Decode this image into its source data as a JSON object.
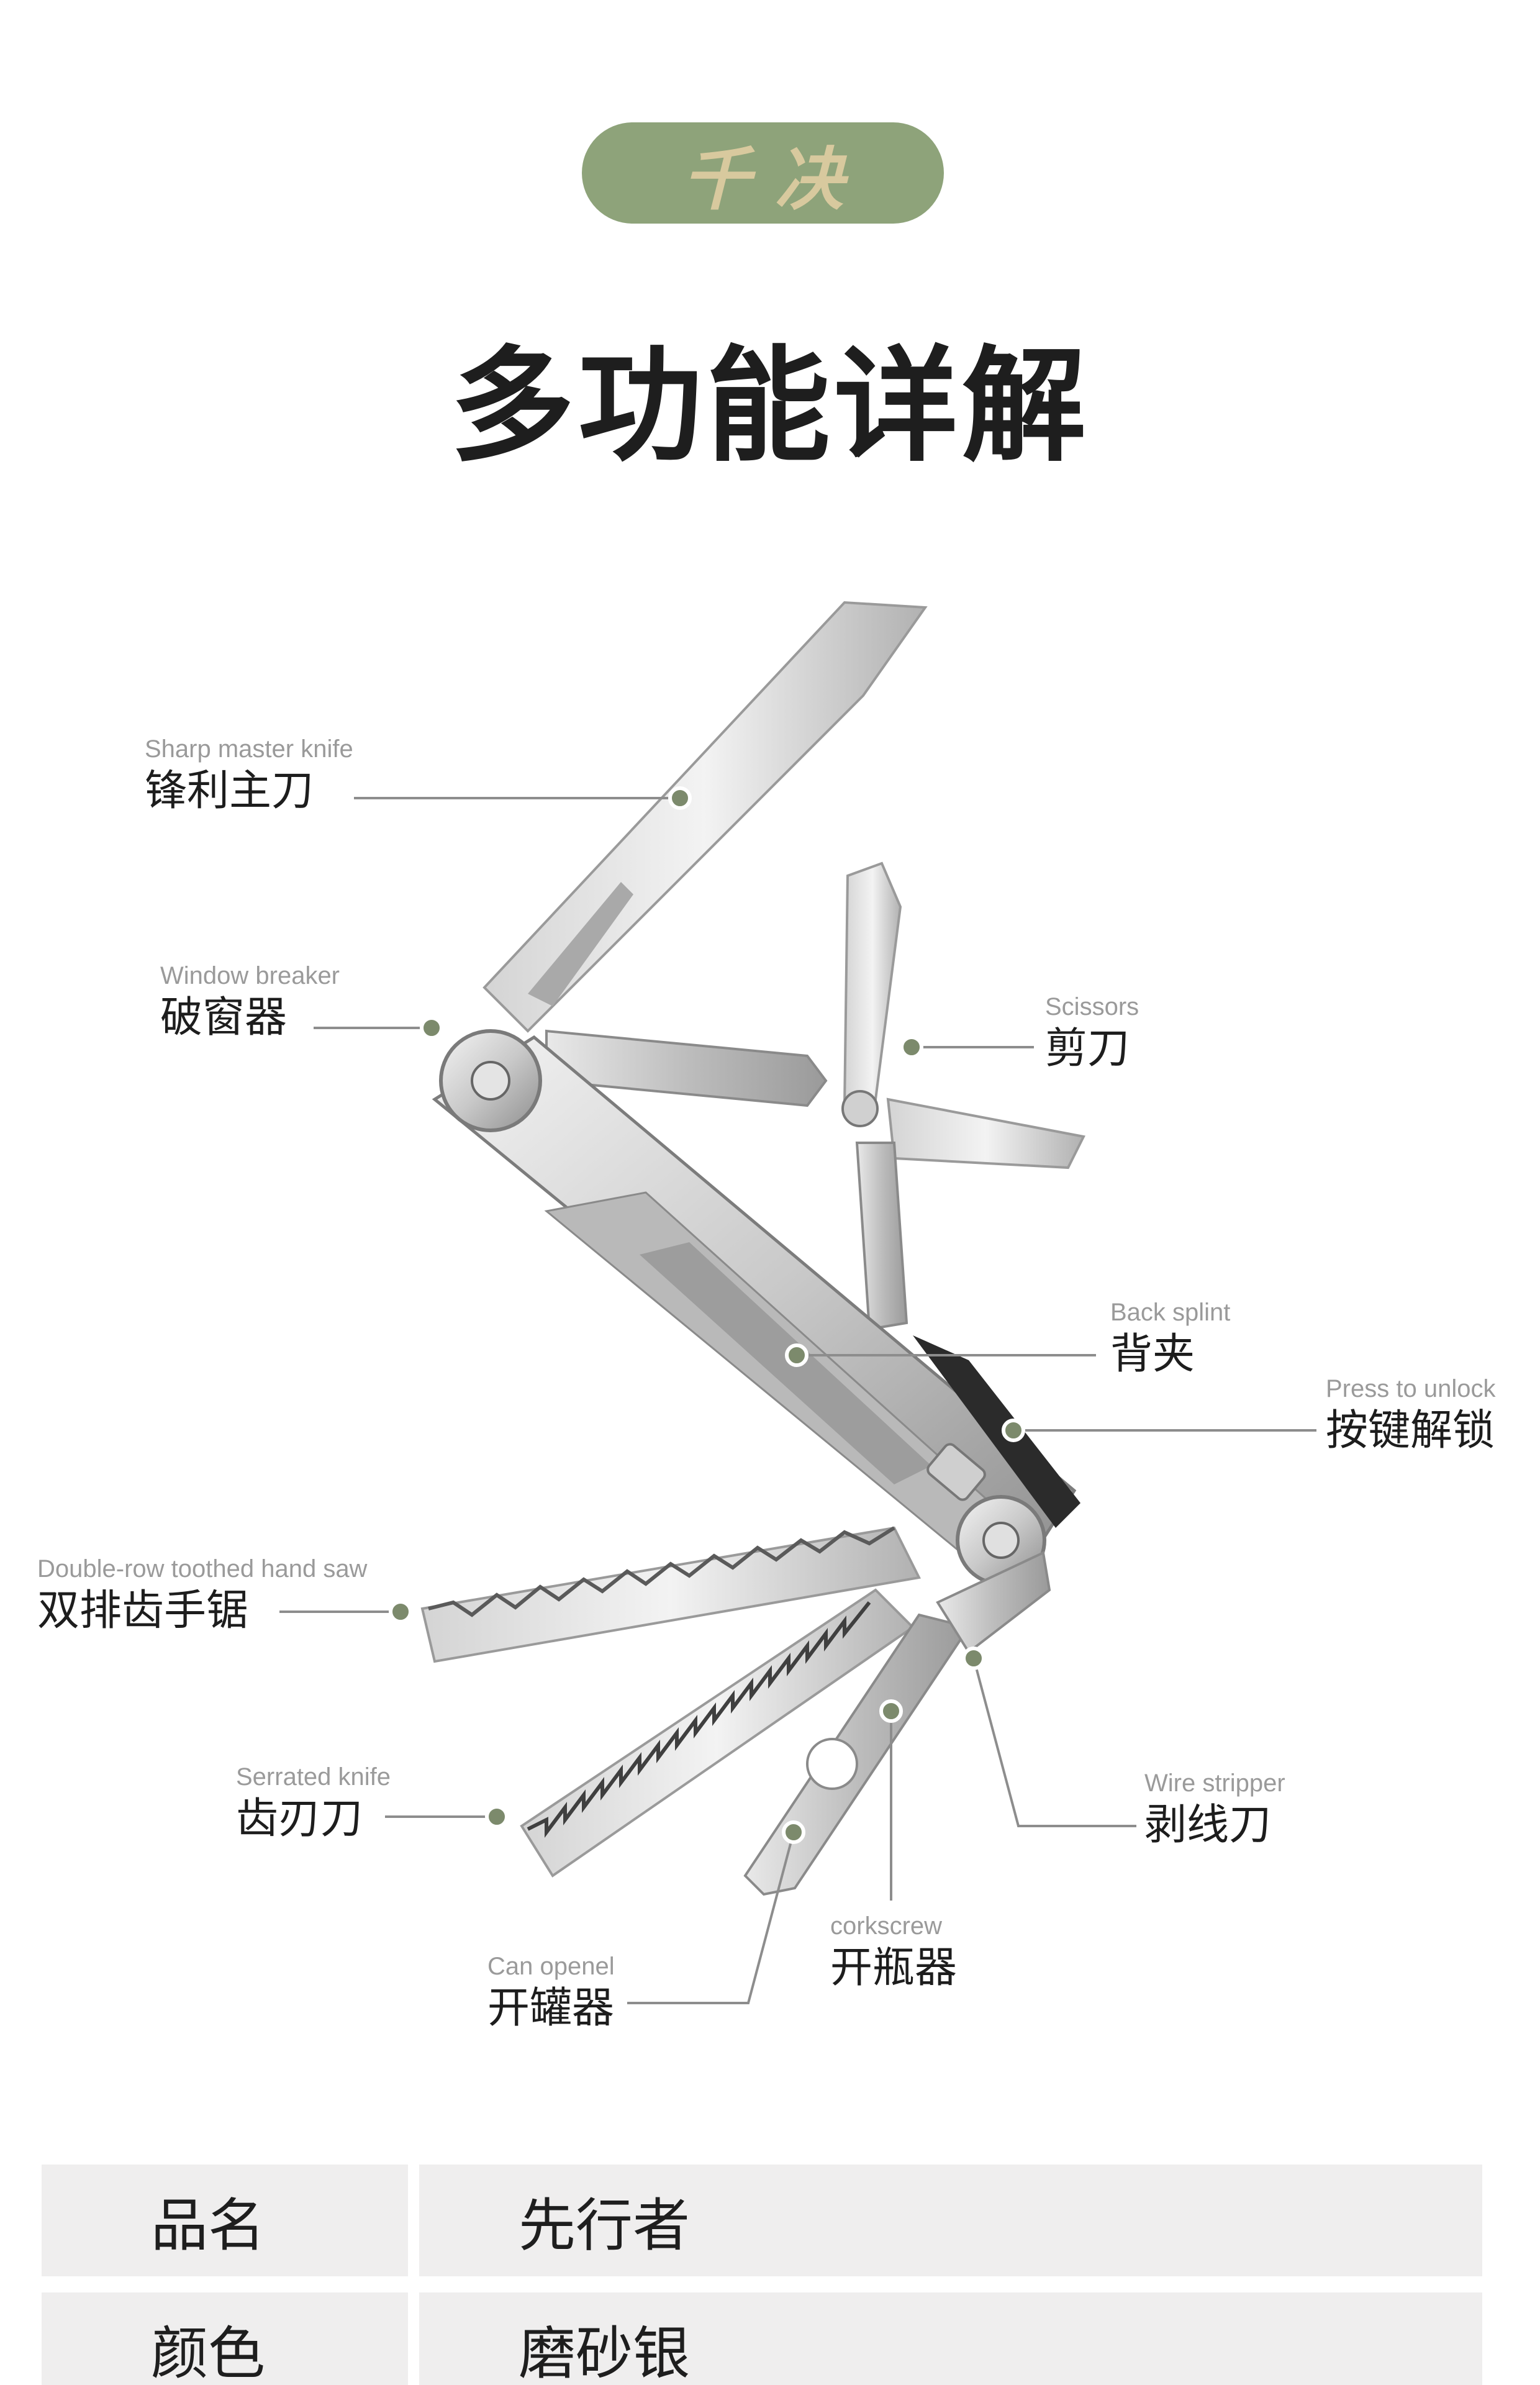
{
  "brand": {
    "name": "千决"
  },
  "title": "多功能详解",
  "callouts": [
    {
      "en": "Sharp master knife",
      "zh": "锋利主刀"
    },
    {
      "en": "Window breaker",
      "zh": "破窗器"
    },
    {
      "en": "Scissors",
      "zh": "剪刀"
    },
    {
      "en": "Back splint",
      "zh": "背夹"
    },
    {
      "en": "Press to unlock",
      "zh": "按键解锁"
    },
    {
      "en": "Double-row toothed hand saw",
      "zh": "双排齿手锯"
    },
    {
      "en": "Serrated knife",
      "zh": "齿刃刀"
    },
    {
      "en": "Wire stripper",
      "zh": "剥线刀"
    },
    {
      "en": "corkscrew",
      "zh": "开瓶器"
    },
    {
      "en": "Can openel",
      "zh": "开罐器"
    }
  ],
  "specs": [
    {
      "label": "品名",
      "value": "先行者"
    },
    {
      "label": "颜色",
      "value": "磨砂银"
    }
  ],
  "colors": {
    "pill": "#8ea37a",
    "pill_text": "#d8c99e",
    "dot": "#7c8a6c",
    "leader": "#8d8d8d",
    "table_bg": "#efeeee"
  }
}
